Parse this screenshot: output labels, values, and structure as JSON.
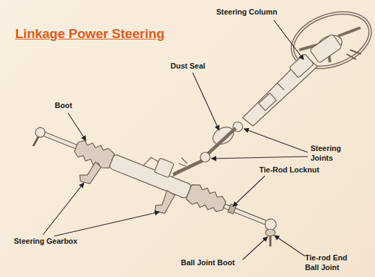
{
  "diagram": {
    "title": "Linkage Power Steering",
    "labels": [
      "Steering Column",
      "Dust Seal",
      "Boot",
      "Steering Joints",
      "Tie-Rod Locknut",
      "Steering Gearbox",
      "Ball Joint Boot",
      "Tie-rod End Ball Joint"
    ]
  }
}
